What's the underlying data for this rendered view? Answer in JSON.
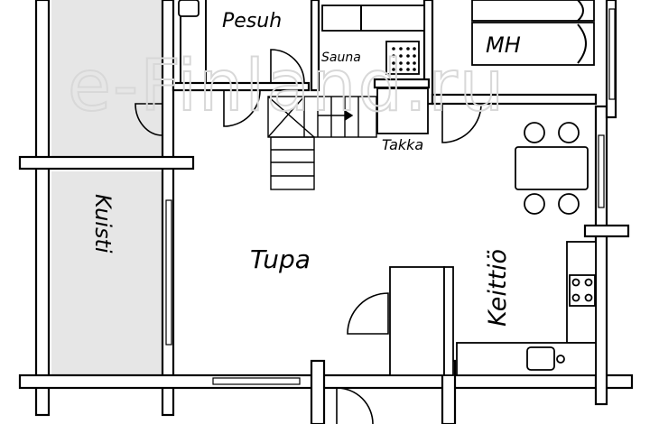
{
  "rooms": {
    "pesuh": "Pesuh",
    "sauna": "Sauna",
    "mh": "MH",
    "takka": "Takka",
    "kuisti": "Kuisti",
    "tupa": "Tupa",
    "keittio": "Keittiö"
  },
  "watermark": "e-Finland.ru",
  "colors": {
    "line": "#000000",
    "porch_fill": "#e6e6e6",
    "watermark": "#d8d8d8"
  }
}
